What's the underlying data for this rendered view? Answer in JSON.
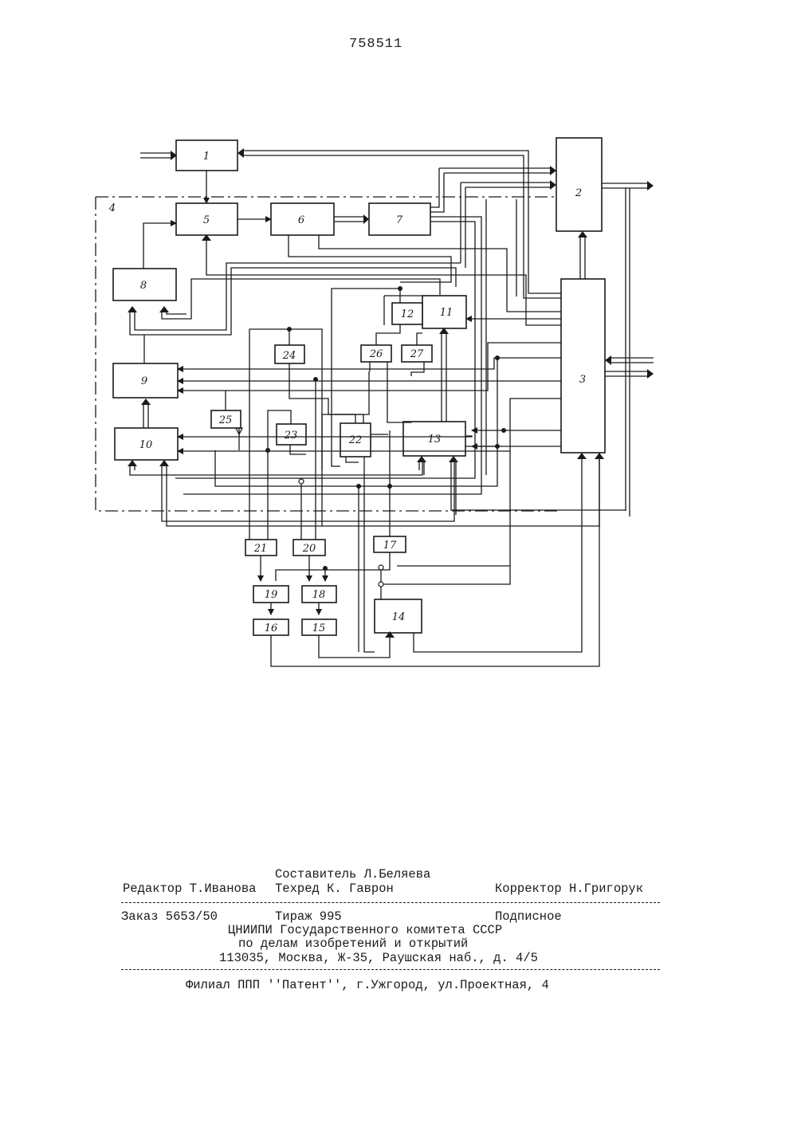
{
  "patent_number": "758511",
  "diagram": {
    "blocks": [
      "1",
      "2",
      "3",
      "4",
      "5",
      "6",
      "7",
      "8",
      "9",
      "10",
      "11",
      "12",
      "13",
      "14",
      "15",
      "16",
      "17",
      "18",
      "19",
      "20",
      "21",
      "22",
      "23",
      "24",
      "25",
      "26",
      "27"
    ]
  },
  "colophon": {
    "compiler": "Составитель Л.Беляева",
    "editor": "Редактор Т.Иванова",
    "techred": "Техред К. Гаврон",
    "corrector": "Корректор Н.Григорук",
    "order": "Заказ 5653/50",
    "circulation": "Тираж 995",
    "subscription": "Подписное",
    "org_line1": "ЦНИИПИ Государственного комитета СССР",
    "org_line2": "по делам изобретений и открытий",
    "address": "113035, Москва, Ж-35, Раушская наб., д. 4/5",
    "branch": "Филиал ППП ''Патент'', г.Ужгород, ул.Проектная, 4"
  }
}
